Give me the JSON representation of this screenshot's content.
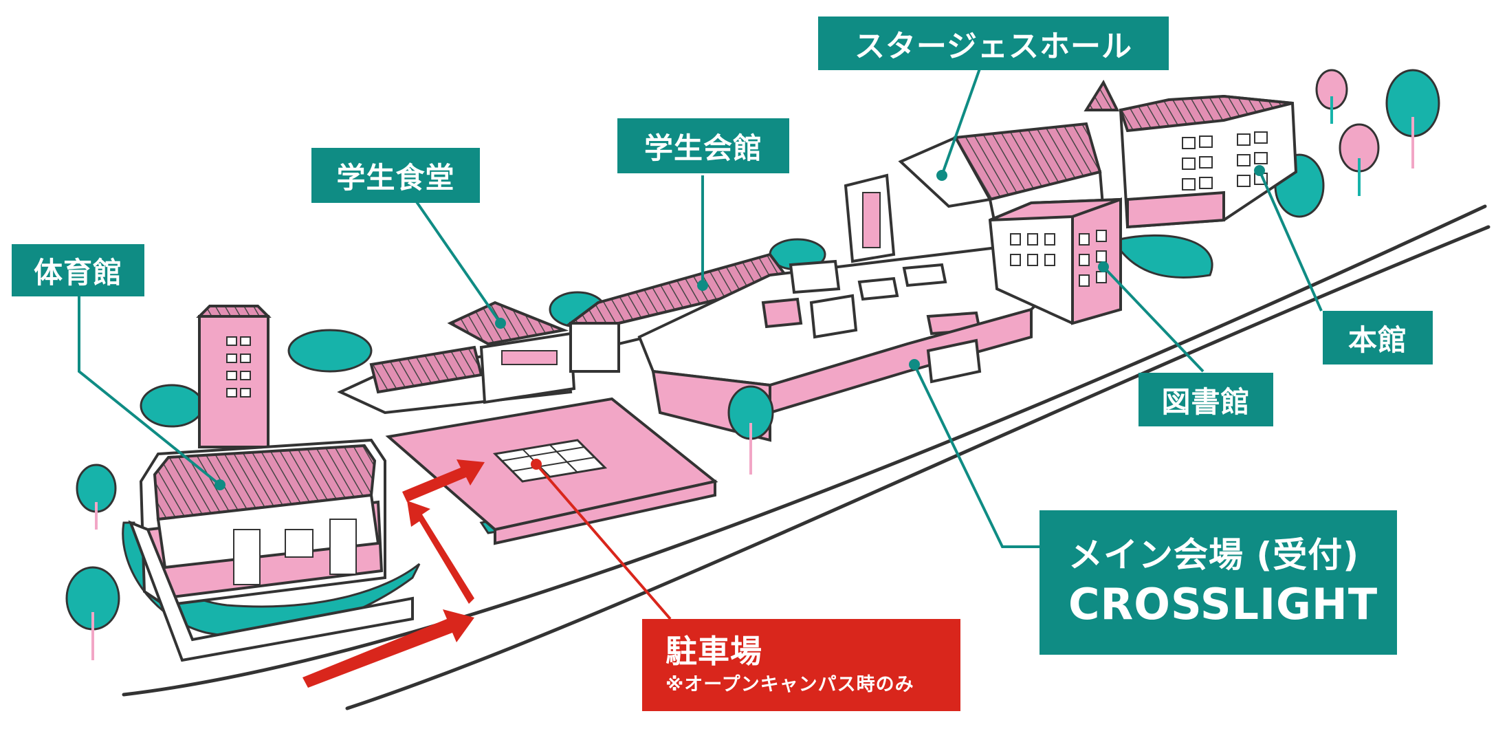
{
  "labels": {
    "gym": "体育館",
    "cafeteria": "学生食堂",
    "student_hall": "学生会館",
    "stage_hall": "スタージェスホール",
    "main_building": "本館",
    "library": "図書館",
    "main_venue_line1": "メイン会場 (受付)",
    "main_venue_line2": "CROSSLIGHT",
    "parking_title": "駐車場",
    "parking_note": "※オープンキャンパス時のみ"
  },
  "colors": {
    "label_teal": "#0f8c84",
    "label_red": "#d9261c",
    "building_pink": "#f2a6c6",
    "tree_teal": "#17b3aa",
    "outline": "#333333"
  }
}
